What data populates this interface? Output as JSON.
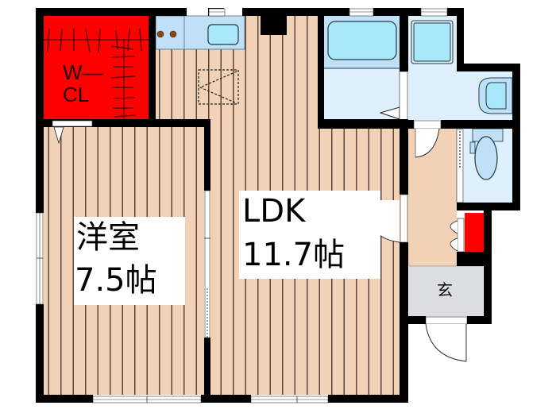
{
  "colors": {
    "wall": "#000000",
    "floor_wood": "#f2d2b6",
    "floor_line": "#5a4636",
    "closet_red": "#ff0000",
    "wet_area": "#ddf0fc",
    "fixture_blue": "#a8e8fa",
    "fixture_mid": "#bfe0f7",
    "entrance_gray": "#dcdde0",
    "label_bg": "#ffffff",
    "burner": "#8b4513"
  },
  "rooms": {
    "western_room": {
      "name": "洋室",
      "size": "7.5帖"
    },
    "ldk": {
      "name": "LDK",
      "size": "11.7帖"
    },
    "walk_in_closet": {
      "line1": "W—",
      "line2": "CL"
    },
    "entrance": {
      "name": "玄"
    }
  },
  "fixtures": [
    "kitchen-stove",
    "kitchen-sink",
    "refrigerator-space",
    "bathtub",
    "washbasin",
    "washing-machine-pan",
    "toilet",
    "shoe-closet"
  ]
}
